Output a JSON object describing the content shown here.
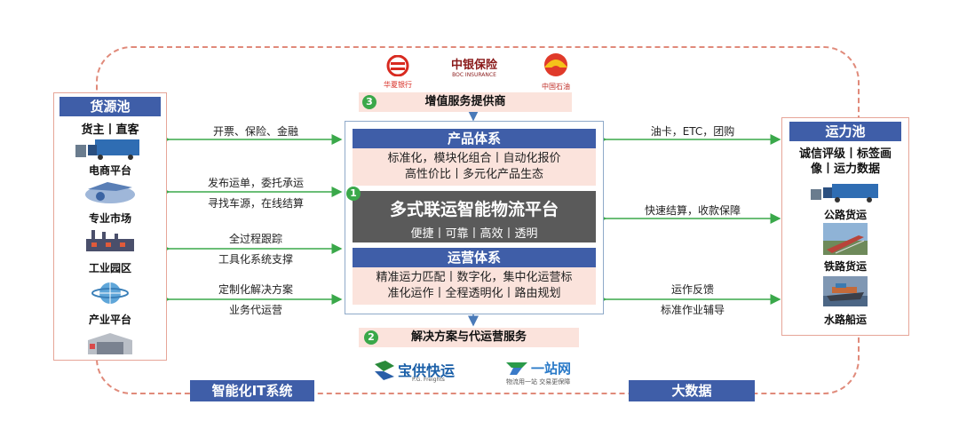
{
  "colors": {
    "brand_blue": "#3f5ea8",
    "pink": "#fbe3dc",
    "arrow_green": "#3aa84a",
    "dash": "#e08a7a"
  },
  "left_pool": {
    "title": "货源池",
    "subtitle": "货主丨直客",
    "items": [
      "电商平台",
      "专业市场",
      "工业园区",
      "产业平台"
    ]
  },
  "right_pool": {
    "title": "运力池",
    "subtitle_line1": "诚信评级丨标签画",
    "subtitle_line2": "像丨运力数据",
    "items": [
      "公路货运",
      "铁路货运",
      "水路船运"
    ]
  },
  "left_arrows": [
    {
      "line1": "开票、保险、金融",
      "line2": ""
    },
    {
      "line1": "发布运单，委托承运",
      "line2": "寻找车源，在线结算"
    },
    {
      "line1": "全过程跟踪",
      "line2": "工具化系统支撑"
    },
    {
      "line1": "定制化解决方案",
      "line2": "业务代运营"
    }
  ],
  "right_arrows": [
    {
      "line1": "油卡，ETC，团购",
      "line2": ""
    },
    {
      "line1": "快速结算，收款保障",
      "line2": ""
    },
    {
      "line1": "运作反馈",
      "line2": "标准作业辅导"
    }
  ],
  "top": {
    "badge": "3",
    "label": "增值服务提供商",
    "logos": [
      {
        "name": "华夏银行",
        "sub": ""
      },
      {
        "name": "中银保险",
        "sub": "BOC INSURANCE"
      },
      {
        "name": "中国石油",
        "sub": ""
      }
    ]
  },
  "center": {
    "product_title": "产品体系",
    "product_line1": "标准化，模块化组合丨自动化报价",
    "product_line2": "高性价比丨多元化产品生态",
    "badge": "1",
    "core_title": "多式联运智能物流平台",
    "core_sub": "便捷丨可靠丨高效丨透明",
    "ops_title": "运营体系",
    "ops_line1": "精准运力匹配丨数字化，集中化运营标",
    "ops_line2": "准化运作丨全程透明化丨路由规划"
  },
  "bottom": {
    "badge": "2",
    "label": "解决方案与代运营服务",
    "logos": [
      {
        "name": "宝供快运",
        "sub": "P.G. Freights"
      },
      {
        "name": "一站网",
        "sub": "物流用一站 交易更保障"
      }
    ],
    "left_tag": "智能化IT系统",
    "right_tag": "大数据"
  }
}
